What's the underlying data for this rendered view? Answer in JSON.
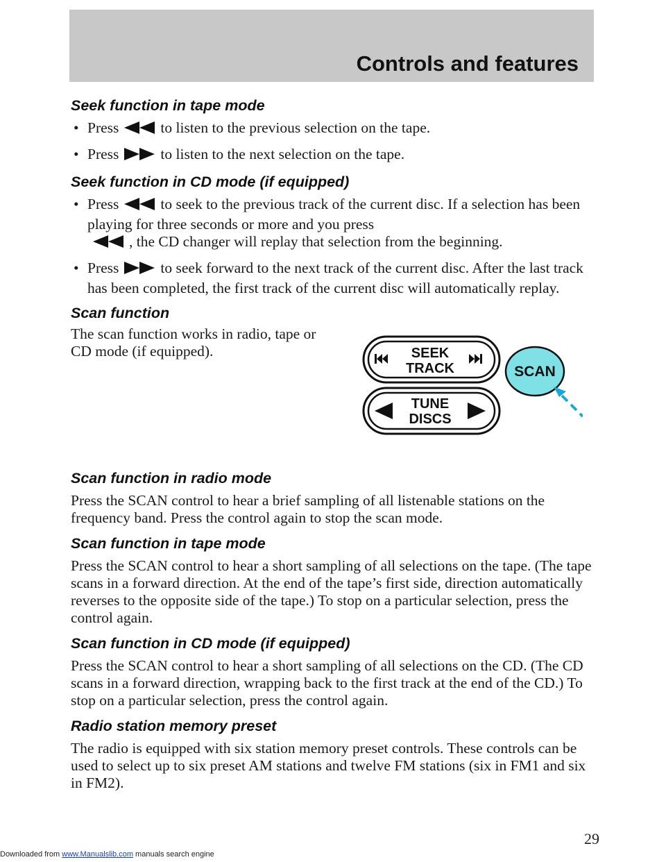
{
  "header": {
    "title": "Controls and features"
  },
  "sections": {
    "seek_tape": {
      "heading": "Seek function in tape mode",
      "b1": {
        "pre": "Press",
        "post": "to listen to the previous selection on the tape."
      },
      "b2": {
        "pre": "Press",
        "post": "to listen to the next selection on the tape."
      }
    },
    "seek_cd": {
      "heading": "Seek function in CD mode (if equipped)",
      "b1": {
        "pre": "Press",
        "mid": "to seek to the previous track of the current disc. If a selection has been playing for three seconds or more and you press",
        "post": ", the CD changer will replay that selection from the beginning."
      },
      "b2": {
        "pre": "Press",
        "post": "to seek forward to the next track of the current disc. After the last track has been completed, the first track of the current disc will automatically replay."
      }
    },
    "scan": {
      "heading": "Scan function",
      "text": "The scan function works in radio, tape or CD mode (if equipped)."
    },
    "scan_radio": {
      "heading": "Scan function in radio mode",
      "text": "Press the SCAN control to hear a brief sampling of all listenable stations on the frequency band. Press the control again to stop the scan mode."
    },
    "scan_tape": {
      "heading": "Scan function in tape mode",
      "text": "Press the SCAN control to hear a short sampling of all selections on the tape. (The tape scans in a forward direction. At the end of the tape’s first side, direction automatically reverses to the opposite side of the tape.) To stop on a particular selection, press the control again."
    },
    "scan_cd": {
      "heading": "Scan function in CD mode (if equipped)",
      "text": "Press the SCAN control to hear a short sampling of all selections on the CD. (The CD scans in a forward direction, wrapping back to the first track at the end of the CD.) To stop on a particular selection, press the control again."
    },
    "preset": {
      "heading": "Radio station memory preset",
      "text": "The radio is equipped with six station memory preset controls. These controls can be used to select up to six preset AM stations and twelve FM stations (six in FM1 and six in FM2)."
    }
  },
  "diagram": {
    "seek_line1": "SEEK",
    "seek_line2": "TRACK",
    "tune_line1": "TUNE",
    "tune_line2": "DISCS",
    "scan_label": "SCAN",
    "scan_color": "#7fe0e6",
    "arrow_color": "#1aa9d6"
  },
  "footer": {
    "prefix": "Downloaded from",
    "link": "www.Manualslib.com",
    "suffix": "manuals search engine",
    "page_number": "29"
  }
}
